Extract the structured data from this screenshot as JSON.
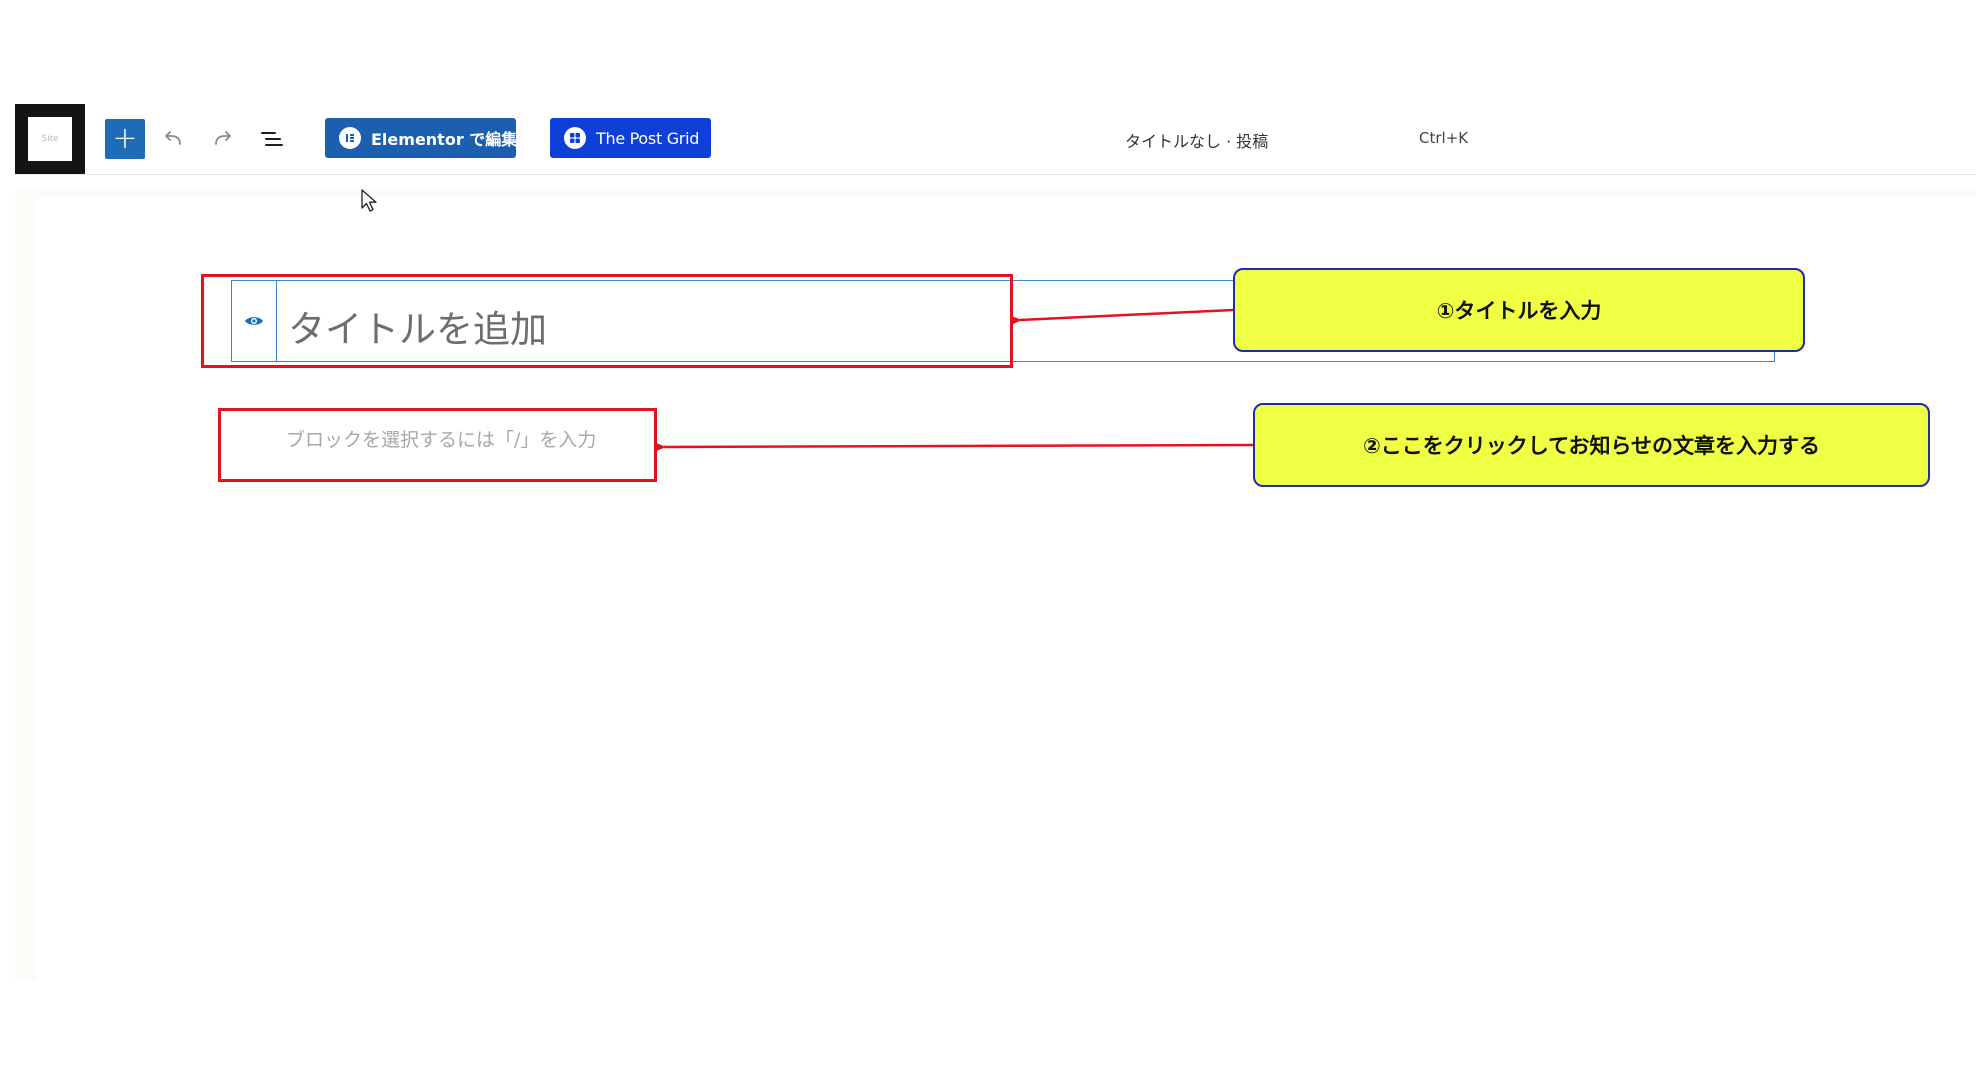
{
  "toolbar": {
    "logo_text": "Site",
    "elementor_label": "Elementor で編集",
    "postgrid_label": "The Post Grid",
    "document_title": "タイトルなし · 投稿",
    "command_shortcut": "Ctrl+K"
  },
  "editor": {
    "title_placeholder": "タイトルを追加",
    "paragraph_placeholder": "ブロックを選択するには「/」を入力"
  },
  "annotations": {
    "callout_1": "①タイトルを入力",
    "callout_2": "②ここをクリックしてお知らせの文章を入力する"
  },
  "colors": {
    "accent": "#1e6bb8",
    "annotation_red": "#e0141c",
    "callout_fill": "#efff43",
    "callout_border": "#1f2bb5"
  },
  "icons": [
    "plus-icon",
    "undo-icon",
    "redo-icon",
    "document-overview-icon",
    "elementor-icon",
    "post-grid-icon",
    "visibility-icon",
    "mouse-cursor-icon"
  ]
}
